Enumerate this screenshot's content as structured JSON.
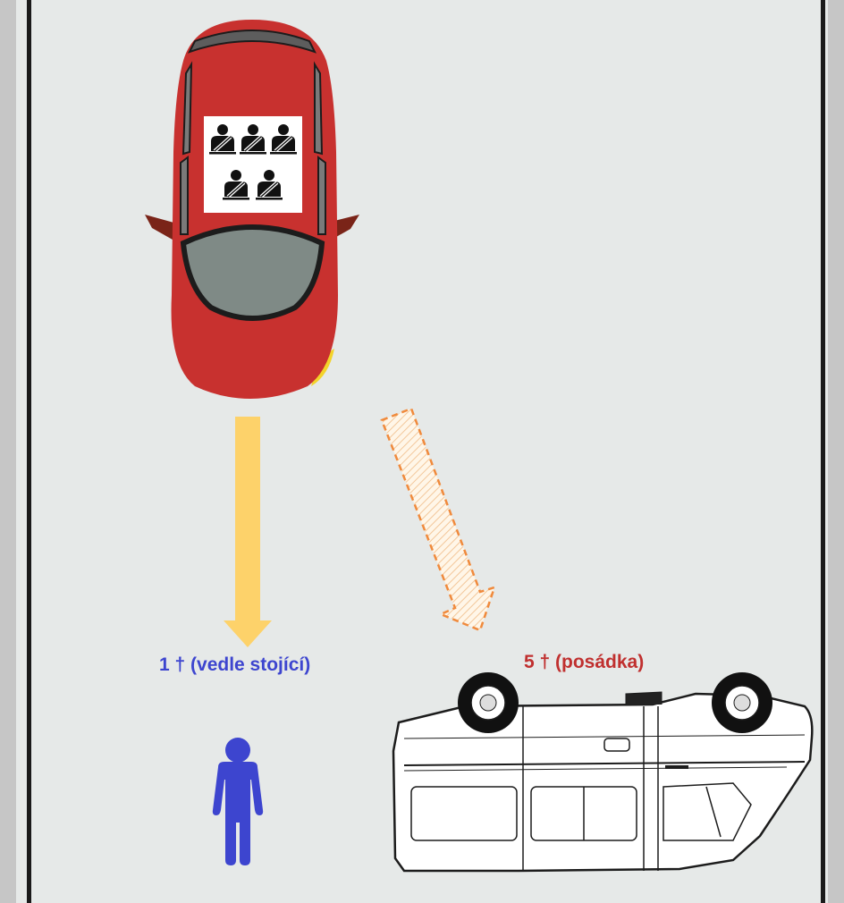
{
  "scene": {
    "labels": {
      "bystander": "1 † (vedle stojící)",
      "occupants": "5 † (posádka)"
    },
    "icons": {
      "car": "red-car-top-view-icon",
      "seat_occupants": "seatbelt-passenger-icon",
      "bystander": "standing-person-icon",
      "van": "overturned-van-icon",
      "arrow_straight": "solid-down-arrow-icon",
      "arrow_diagonal": "dashed-diagonal-arrow-icon"
    },
    "seat_count": 5,
    "colors": {
      "road": "#e6e9e8",
      "border": "#1a1a1a",
      "car_body": "#c8312f",
      "arrow_straight": "#fdd26a",
      "arrow_diagonal": "#f08a3c",
      "bystander_label": "#3d45cf",
      "occupants_label": "#c0302f",
      "person": "#3d45cf"
    }
  }
}
